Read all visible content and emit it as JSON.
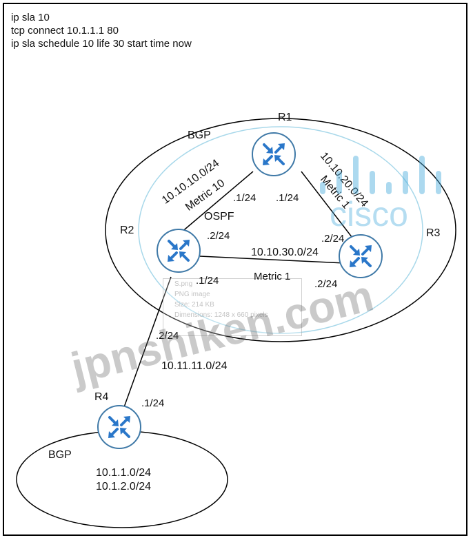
{
  "config": {
    "line1": "ip sla 10",
    "line2": "tcp connect 10.1.1.1 80",
    "line3": "ip sla schedule 10 life 30 start time now"
  },
  "routers": {
    "r1": "R1",
    "r2": "R2",
    "r3": "R3",
    "r4": "R4"
  },
  "areas": {
    "bgp_top": "BGP",
    "ospf": "OSPF",
    "bgp_bottom": "BGP"
  },
  "links": {
    "r1_r2_net": "10.10.10.0/24",
    "r1_r2_metric": "Metric 10",
    "r1_r2_r1ip": ".1/24",
    "r1_r2_r2ip": ".2/24",
    "r1_r3_net": "10.10.20.0/24",
    "r1_r3_metric": "Metric 1",
    "r1_r3_r1ip": ".1/24",
    "r1_r3_r3ip": ".2/24",
    "r2_r3_net": "10.10.30.0/24",
    "r2_r3_metric": "Metric 1",
    "r2_r3_r2ip": ".1/24",
    "r2_r3_r3ip": ".2/24",
    "r2_r4_net": "10.11.11.0/24",
    "r2_r4_r2ip": ".2/24",
    "r2_r4_r4ip": ".1/24"
  },
  "prefixes": {
    "p1": "10.1.1.0/24",
    "p2": "10.1.2.0/24"
  },
  "watermarks": {
    "jpnshiken": "jpnshiken.com",
    "cisco": "cisco"
  },
  "popup": {
    "l1": "S.png",
    "l2": "PNG image",
    "l3": "Size: 214 KB",
    "l4": "Dimensions: 1248 x 660 pixels"
  },
  "colors": {
    "router_ring": "#3f79a7",
    "arrow": "#2a77c9",
    "ospf_ring": "#a8d8ea"
  }
}
